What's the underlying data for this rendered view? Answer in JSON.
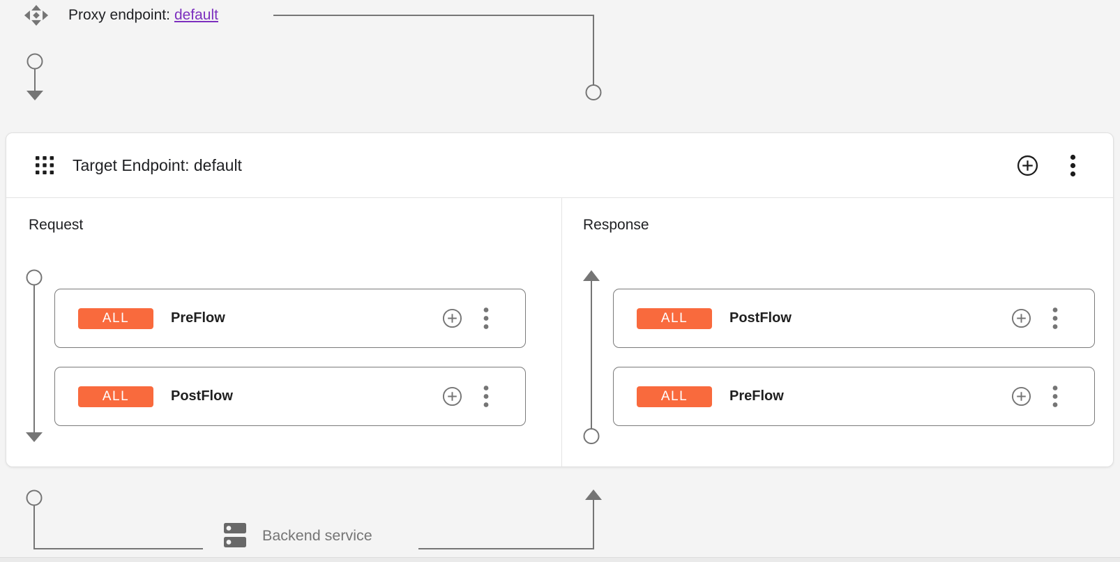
{
  "proxy_endpoint": {
    "label": "Proxy endpoint:",
    "link_text": "default"
  },
  "target_endpoint": {
    "title": "Target Endpoint: default",
    "request": {
      "title": "Request",
      "flows": [
        {
          "badge": "ALL",
          "name": "PreFlow"
        },
        {
          "badge": "ALL",
          "name": "PostFlow"
        }
      ]
    },
    "response": {
      "title": "Response",
      "flows": [
        {
          "badge": "ALL",
          "name": "PostFlow"
        },
        {
          "badge": "ALL",
          "name": "PreFlow"
        }
      ]
    }
  },
  "backend_service": {
    "label": "Backend service"
  },
  "icons": {
    "proxy_endpoint": "move-arrows-icon",
    "target_endpoint": "grid-icon",
    "add": "add-circle-icon",
    "menu": "kebab-menu-icon",
    "backend": "server-dns-icon"
  },
  "colors": {
    "badge_orange": "#F96A3D",
    "link_purple": "#7C2FBE",
    "connector_gray": "#757575",
    "text_dark": "#202124",
    "text_gray": "#757575",
    "background": "#F4F4F4"
  }
}
